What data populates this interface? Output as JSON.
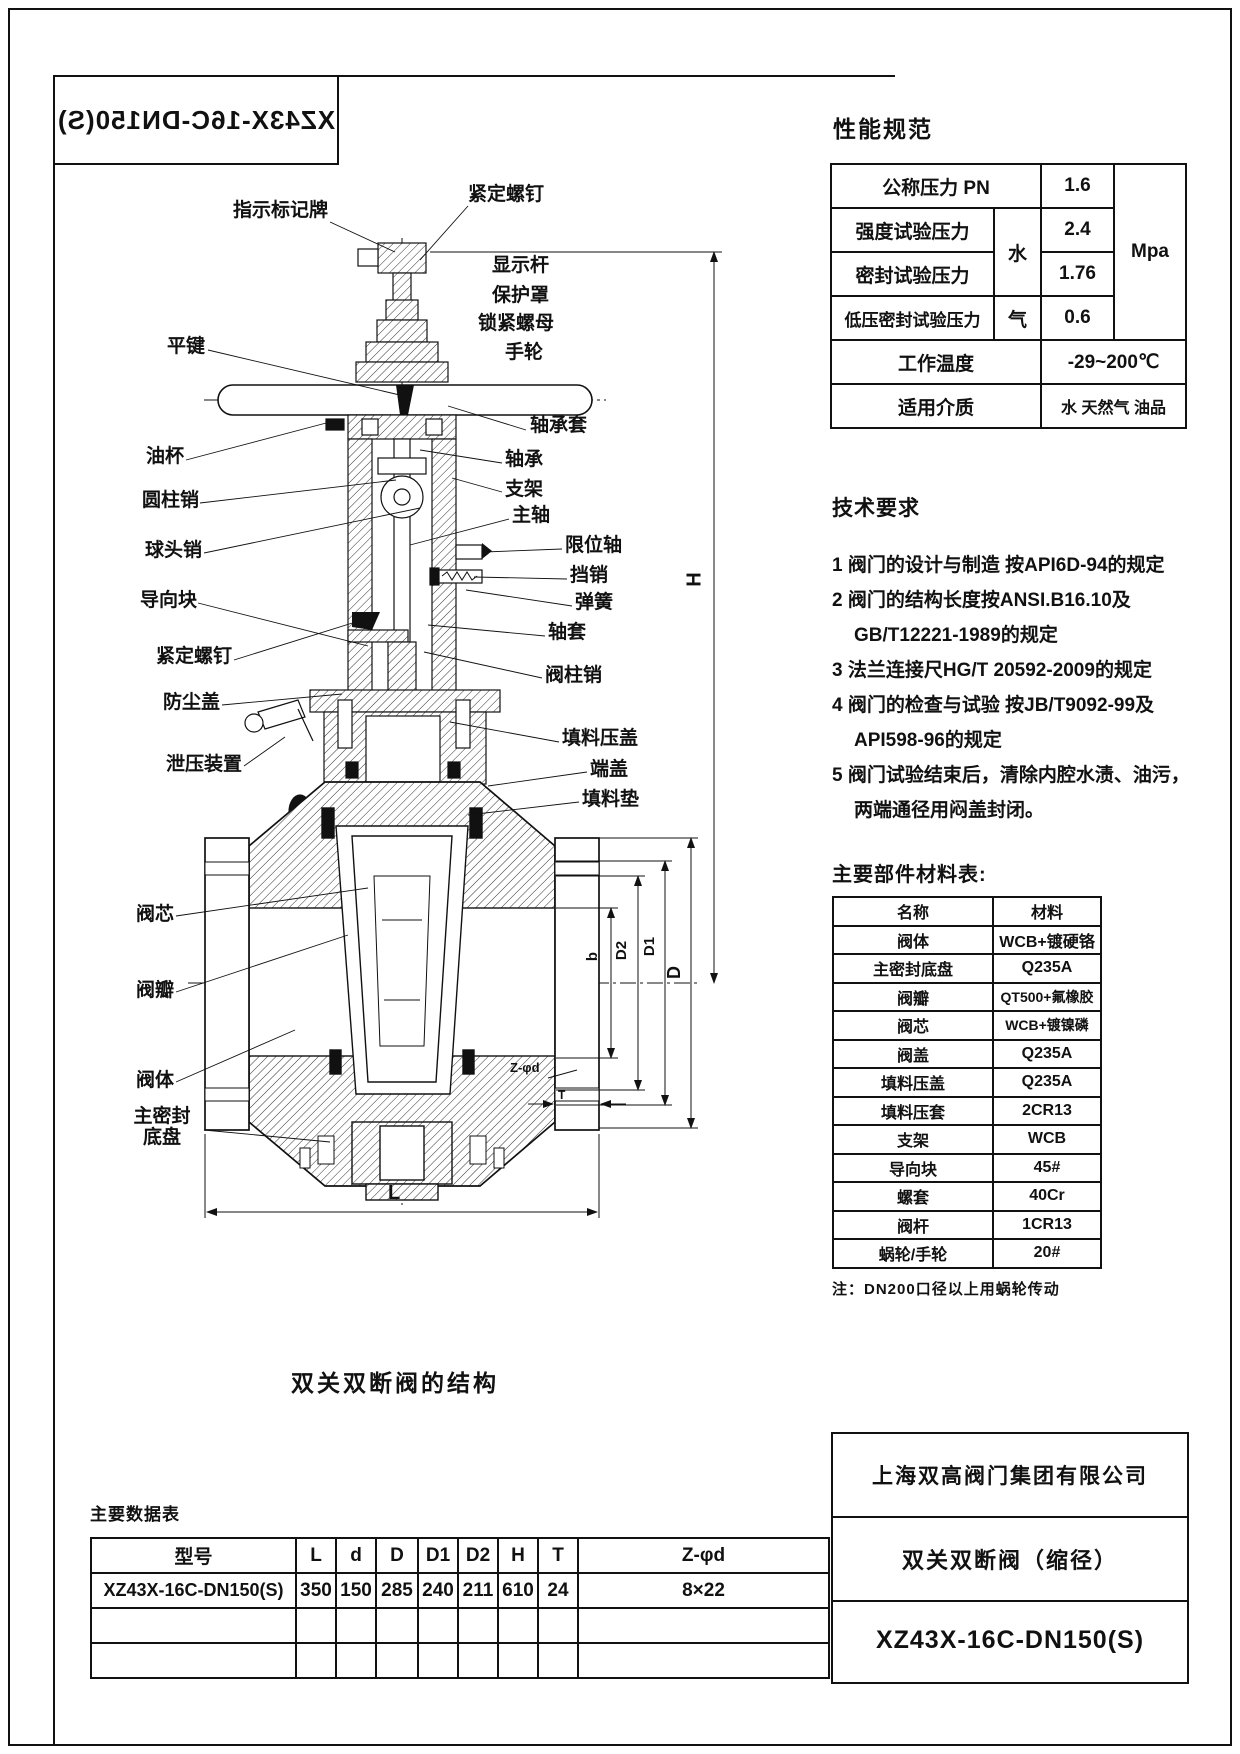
{
  "header": {
    "mirrored_model": "XZ43X-16C-DN150(S)"
  },
  "caption": "双关双断阀的结构",
  "perf": {
    "title": "性能规范",
    "r1_label": "公称压力 PN",
    "r1_value": "1.6",
    "r2_label": "强度试验压力",
    "r2_value": "2.4",
    "r3_label": "密封试验压力",
    "r3_value": "1.76",
    "r4_label": "低压密封试验压力",
    "r4_value": "0.6",
    "water": "水",
    "gas": "气",
    "unit": "Mpa",
    "r5_label": "工作温度",
    "r5_value": "-29~200℃",
    "r6_label": "适用介质",
    "r6_value": "水 天然气 油品"
  },
  "tech": {
    "title": "技术要求",
    "lines": [
      "1 阀门的设计与制造 按API6D-94的规定",
      "2 阀门的结构长度按ANSI.B16.10及",
      "GB/T12221-1989的规定",
      "3 法兰连接尺HG/T 20592-2009的规定",
      "4 阀门的检查与试验 按JB/T9092-99及",
      "API598-96的规定",
      "5 阀门试验结束后，清除内腔水渍、油污，",
      "两端通径用闷盖封闭。"
    ]
  },
  "materials": {
    "title": "主要部件材料表:",
    "headers": [
      "名称",
      "材料"
    ],
    "rows": [
      [
        "阀体",
        "WCB+镀硬铬"
      ],
      [
        "主密封底盘",
        "Q235A"
      ],
      [
        "阀瓣",
        "QT500+氟橡胶"
      ],
      [
        "阀芯",
        "WCB+镀镍磷"
      ],
      [
        "阀盖",
        "Q235A"
      ],
      [
        "填料压盖",
        "Q235A"
      ],
      [
        "填料压套",
        "2CR13"
      ],
      [
        "支架",
        "WCB"
      ],
      [
        "导向块",
        "45#"
      ],
      [
        "螺套",
        "40Cr"
      ],
      [
        "阀杆",
        "1CR13"
      ],
      [
        "蜗轮/手轮",
        "20#"
      ]
    ],
    "note": "注：DN200口径以上用蜗轮传动"
  },
  "title_block": {
    "company": "上海双高阀门集团有限公司",
    "product": "双关双断阀（缩径）",
    "model": "XZ43X-16C-DN150(S)"
  },
  "data_table": {
    "title": "主要数据表",
    "headers": [
      "型号",
      "L",
      "d",
      "D",
      "D1",
      "D2",
      "H",
      "T",
      "Z-φd"
    ],
    "row": [
      "XZ43X-16C-DN150(S)",
      "350",
      "150",
      "285",
      "240",
      "211",
      "610",
      "24",
      "8×22"
    ]
  },
  "labels": {
    "left": [
      "指示标记牌",
      "平键",
      "油杯",
      "圆柱销",
      "球头销",
      "导向块",
      "紧定螺钉",
      "防尘盖",
      "泄压装置",
      "阀芯",
      "阀瓣",
      "阀体",
      "主密封\n底盘"
    ],
    "right": [
      "紧定螺钉",
      "显示杆",
      "保护罩",
      "锁紧螺母",
      "手轮",
      "轴承套",
      "轴承",
      "支架",
      "主轴",
      "限位轴",
      "挡销",
      "弹簧",
      "轴套",
      "阀柱销",
      "填料压盖",
      "端盖",
      "填料垫"
    ]
  },
  "dims": {
    "H": "H",
    "L": "L",
    "b": "b",
    "D": "D",
    "D1": "D1",
    "D2": "D2",
    "T": "T",
    "Zd": "Z-φd"
  }
}
